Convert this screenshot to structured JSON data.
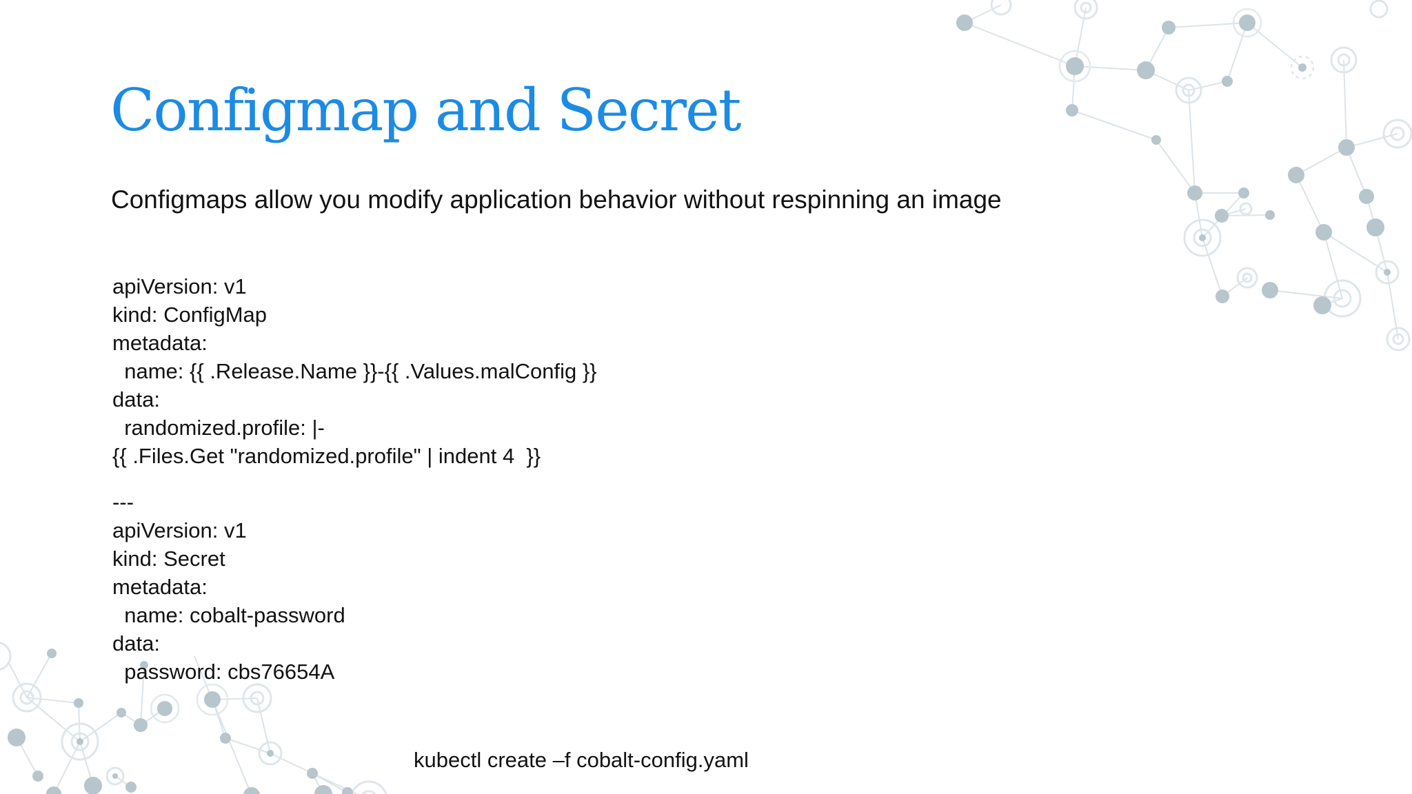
{
  "slide": {
    "title": "Configmap and Secret",
    "subtitle": "Configmaps allow you modify application behavior without respinning an image",
    "configmap_code": [
      "apiVersion: v1",
      "kind: ConfigMap",
      "metadata:",
      "  name: {{ .Release.Name }}-{{ .Values.malConfig }}",
      "data:",
      "  randomized.profile: |-",
      "{{ .Files.Get \"randomized.profile\" | indent 4  }}"
    ],
    "secret_code": [
      "---",
      "apiVersion: v1",
      "kind: Secret",
      "metadata:",
      "  name: cobalt-password",
      "data:",
      "  password: cbs76654A"
    ],
    "command": "kubectl create –f cobalt-config.yaml",
    "colors": {
      "title_blue": "#1c8be4",
      "body_text": "#121212",
      "background": "#ffffff",
      "decoration_node": "#b7c5cc",
      "decoration_line": "#dce3e8",
      "decoration_ring": "#dfe6ea"
    }
  }
}
